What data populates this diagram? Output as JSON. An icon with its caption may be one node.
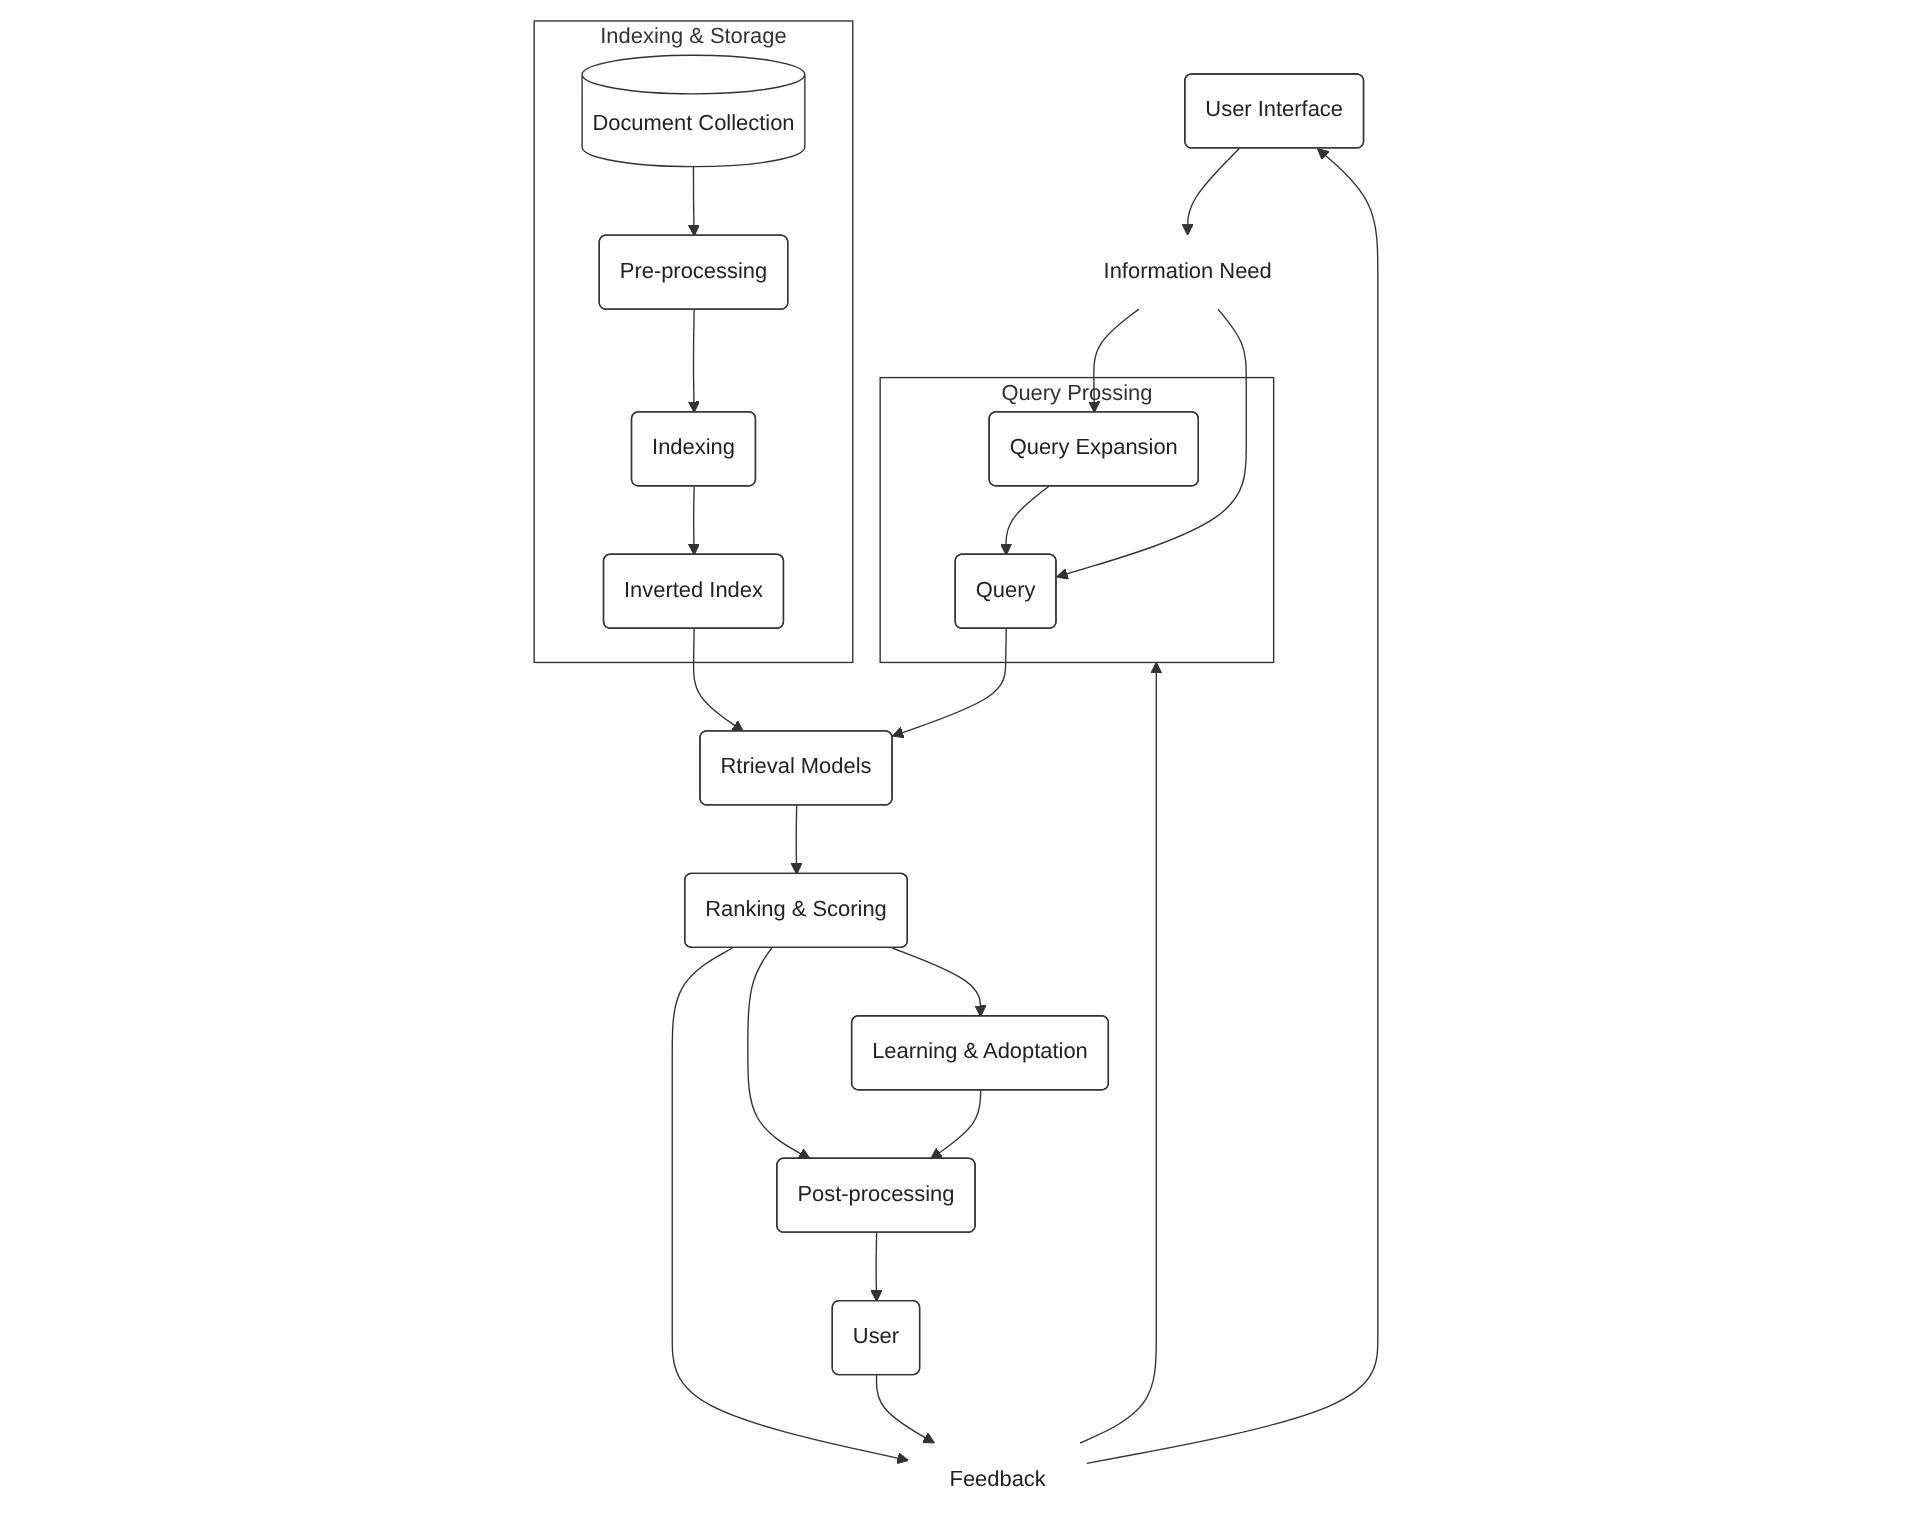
{
  "diagram": {
    "nodes": [
      {
        "text": [
          "User Interface"
        ]
      },
      {
        "text": [
          "Information Need"
        ]
      },
      {
        "text": [
          "Query Prossing"
        ]
      },
      {
        "text": [
          "Query Expansion"
        ],
        "in": 2
      },
      {
        "text": [
          "Query"
        ],
        "in": 2
      },
      {
        "text": [
          "Indexing & Storage"
        ]
      },
      {
        "text": [
          "Document Collection"
        ],
        "in": 5
      },
      {
        "text": [
          "Pre-processing"
        ],
        "in": 5
      },
      {
        "text": [
          "Indexing"
        ],
        "in": 5
      },
      {
        "text": [
          "Inverted Index"
        ],
        "in": 5
      },
      {
        "text": [
          "Feedback"
        ]
      },
      {
        "text": [
          "Rtrieval Models"
        ]
      },
      {
        "text": [
          "Ranking & Scoring"
        ]
      },
      {
        "text": [
          "User"
        ]
      },
      {
        "text": [
          "Post-processing"
        ]
      },
      {
        "text": [
          "Learning & Adoptation"
        ]
      }
    ],
    "edges": [
      {
        "from": 0,
        "to": 1,
        "arrow": "to"
      },
      {
        "from": 1,
        "to": 3,
        "arrow": "to"
      },
      {
        "from": 1,
        "to": 4,
        "arrow": "to"
      },
      {
        "from": 3,
        "to": 4,
        "arrow": "to"
      },
      {
        "from": 6,
        "to": 7,
        "arrow": "to"
      },
      {
        "from": 7,
        "to": 8,
        "arrow": "to"
      },
      {
        "from": 8,
        "to": 9,
        "arrow": "to"
      },
      {
        "from": 4,
        "to": 11,
        "arrow": "to"
      },
      {
        "from": 9,
        "to": 11,
        "arrow": "to"
      },
      {
        "from": 11,
        "to": 12,
        "arrow": "to"
      },
      {
        "from": 12,
        "to": 10,
        "arrow": "to"
      },
      {
        "from": 12,
        "to": 14,
        "arrow": "to"
      },
      {
        "from": 12,
        "to": 15,
        "arrow": "to"
      },
      {
        "from": 15,
        "to": 14,
        "arrow": "to"
      },
      {
        "from": 14,
        "to": 13,
        "arrow": "to"
      },
      {
        "from": 13,
        "to": 10,
        "arrow": "to"
      },
      {
        "from": 10,
        "to": 0,
        "arrow": "to"
      },
      {
        "from": 10,
        "to": 2,
        "arrow": "to"
      }
    ]
  }
}
